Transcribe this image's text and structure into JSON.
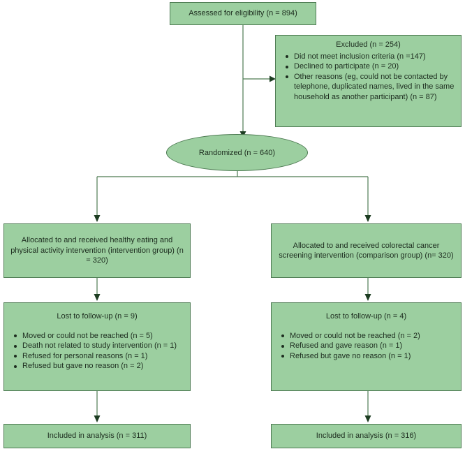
{
  "diagram": {
    "type": "consort-flow-diagram",
    "colors": {
      "node_fill": "#9ccfa0",
      "node_border": "#4d7a52",
      "text": "#1d2d1f",
      "connector": "#4d7a52",
      "arrowhead": "#1d3d22",
      "background": "#ffffff"
    }
  },
  "nodes": {
    "assessed": {
      "label": "Assessed for eligibility (n = 894)"
    },
    "excluded": {
      "title": "Excluded (n = 254)",
      "items": [
        "Did not meet inclusion criteria (n =147)",
        "Declined to participate (n = 20)",
        "Other reasons (eg, could not be contacted by telephone, duplicated names, lived in the same household as another participant) (n = 87)"
      ]
    },
    "randomized": {
      "label": "Randomized (n = 640)"
    },
    "allocated_left": {
      "label": "Allocated to and received healthy eating and physical activity intervention (intervention group) (n = 320)"
    },
    "allocated_right": {
      "label": "Allocated to and received colorectal cancer screening intervention (comparison group) (n= 320)"
    },
    "lost_left": {
      "title": "Lost to follow-up (n = 9)",
      "items": [
        "Moved or could not be reached (n = 5)",
        "Death not related to study intervention (n = 1)",
        "Refused for personal reasons (n = 1)",
        "Refused but gave no reason (n = 2)"
      ]
    },
    "lost_right": {
      "title": "Lost to follow-up (n = 4)",
      "items": [
        "Moved or could not be reached (n = 2)",
        "Refused and gave reason (n = 1)",
        "Refused but gave no reason (n = 1)"
      ]
    },
    "included_left": {
      "label": "Included in analysis (n = 311)"
    },
    "included_right": {
      "label": "Included in analysis (n = 316)"
    }
  }
}
